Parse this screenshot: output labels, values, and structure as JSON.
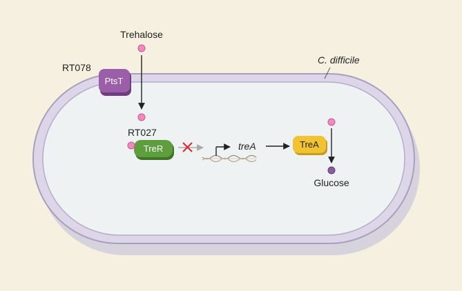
{
  "labels": {
    "trehalose": "Trehalose",
    "rt078": "RT078",
    "rt027": "RT027",
    "organism": "C. difficile",
    "glucose": "Glucose",
    "gene": "treA"
  },
  "proteins": {
    "pts_t": "PtsT",
    "tre_r": "TreR",
    "tre_a": "TreA"
  },
  "colors": {
    "background": "#f5f0e0",
    "cell_outer": "#d9d3e4",
    "cell_inner": "#eef1f1",
    "pts_t": "#9a5fa8",
    "tre_r": "#5e9e3c",
    "tre_a": "#f1c232",
    "trehalose_dot": "#f28ac0",
    "glucose_dot": "#8a5c9e",
    "inhibition": "#e0262e"
  },
  "icons": {
    "inhibit": "x-mark-icon",
    "promoter": "promoter-arrow-icon",
    "dna": "dna-strand-icon"
  }
}
